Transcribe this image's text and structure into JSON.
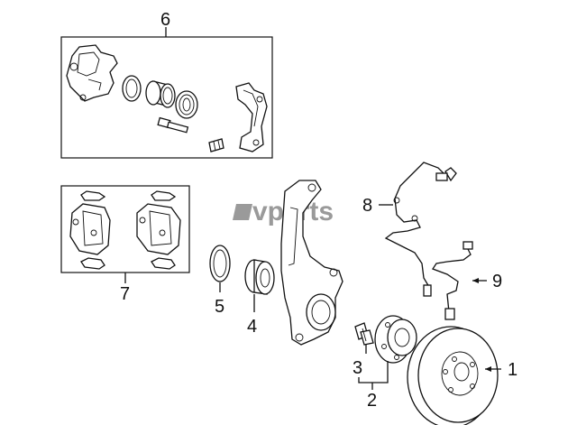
{
  "watermark": {
    "text": "vparts"
  },
  "callouts": [
    {
      "id": "1",
      "label": "1"
    },
    {
      "id": "2",
      "label": "2"
    },
    {
      "id": "3",
      "label": "3"
    },
    {
      "id": "4",
      "label": "4"
    },
    {
      "id": "5",
      "label": "5"
    },
    {
      "id": "6",
      "label": "6"
    },
    {
      "id": "7",
      "label": "7"
    },
    {
      "id": "8",
      "label": "8"
    },
    {
      "id": "9",
      "label": "9"
    }
  ]
}
